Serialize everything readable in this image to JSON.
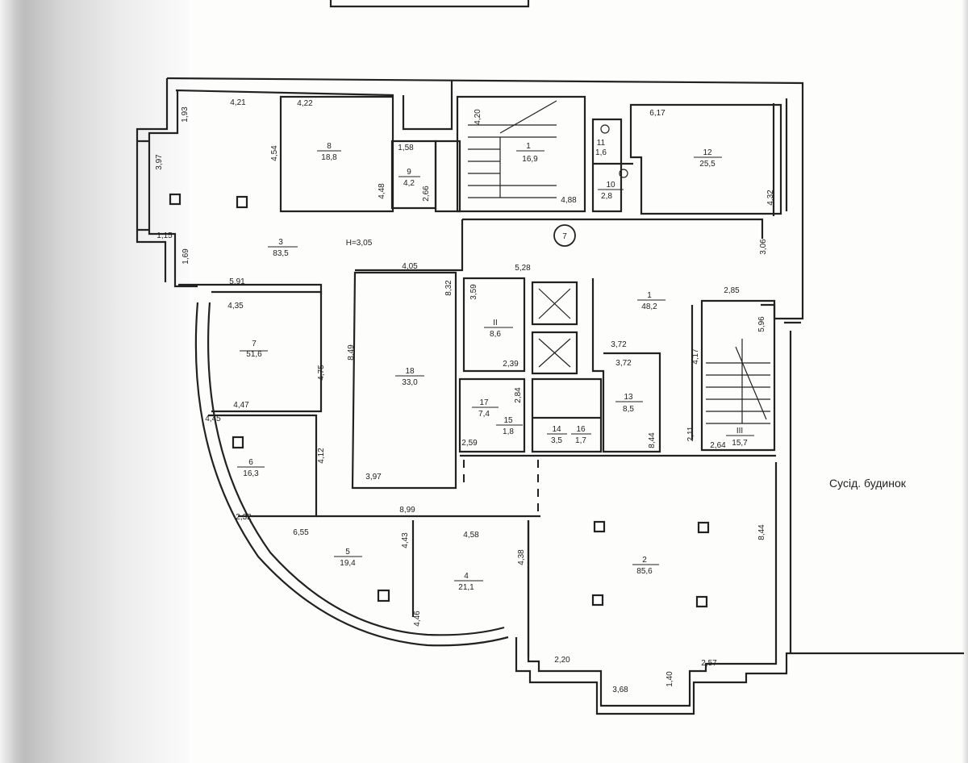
{
  "rooms": [
    {
      "number": "8",
      "area": "18,8"
    },
    {
      "number": "9",
      "area": "4,2"
    },
    {
      "number": "1",
      "area": "16,9"
    },
    {
      "number": "11",
      "area": "1,6"
    },
    {
      "number": "10",
      "area": "2,8"
    },
    {
      "number": "12",
      "area": "25,5"
    },
    {
      "number": "3",
      "area": "83,5"
    },
    {
      "number": "1",
      "area": "48,2"
    },
    {
      "number": "II",
      "area": "8,6"
    },
    {
      "number": "18",
      "area": "33,0"
    },
    {
      "number": "7",
      "area": "51,6"
    },
    {
      "number": "13",
      "area": "8,5"
    },
    {
      "number": "III",
      "area": "15,7"
    },
    {
      "number": "17",
      "area": "7,4"
    },
    {
      "number": "15",
      "area": "1,8"
    },
    {
      "number": "14",
      "area": "3,5"
    },
    {
      "number": "16",
      "area": "1,7"
    },
    {
      "number": "6",
      "area": "16,3"
    },
    {
      "number": "5",
      "area": "19,4"
    },
    {
      "number": "4",
      "area": "21,1"
    },
    {
      "number": "2",
      "area": "85,6"
    }
  ],
  "ceiling_height": "H=3,05",
  "marker_circle": "7",
  "neighbor_label": "Сусід. будинок",
  "dimensions_horizontal": [
    "4,21",
    "4,22",
    "1,58",
    "6,17",
    "4,88",
    "1,15",
    "5,91",
    "4,35",
    "4,47",
    "4,45",
    "2,32",
    "6,55",
    "8,99",
    "4,58",
    "4,05",
    "5,28",
    "3,72",
    "3,72",
    "2,85",
    "2,39",
    "2,59",
    "3,97",
    "2,64",
    "2,20",
    "3,68",
    "2,57"
  ],
  "dimensions_vertical": [
    "1,93",
    "3,97",
    "1,69",
    "4,54",
    "4,48",
    "2,66",
    "8,32",
    "8,49",
    "4,75",
    "4,12",
    "4,43",
    "4,46",
    "4,38",
    "3,59",
    "2,84",
    "8,44",
    "2,11",
    "4,17",
    "5,96",
    "3,06",
    "4,32",
    "1,40",
    "8,44",
    "4,20"
  ]
}
